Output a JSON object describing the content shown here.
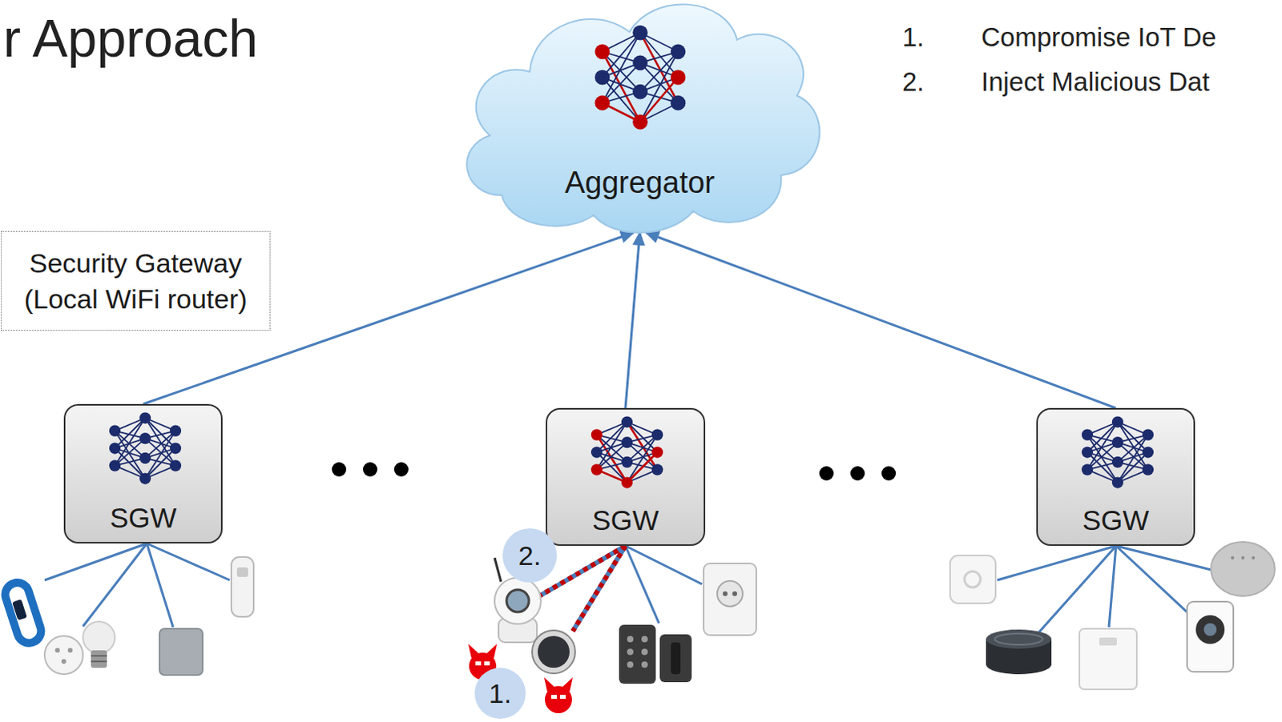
{
  "diagram": {
    "title": "r Approach",
    "nodes": [
      {
        "text": [
          "Aggregator"
        ]
      },
      {
        "text": [
          "Security Gateway (Local WiFi router)"
        ]
      },
      {
        "text": [
          "SGW"
        ]
      },
      {
        "text": [
          "SGW"
        ]
      },
      {
        "text": [
          "SGW"
        ]
      },
      {
        "text": [
          "2."
        ]
      },
      {
        "text": [
          "1."
        ]
      }
    ],
    "edges": [
      {
        "from": 2,
        "to": 0,
        "arrow": "to"
      },
      {
        "from": 3,
        "to": 0,
        "arrow": "to"
      },
      {
        "from": 4,
        "to": 0,
        "arrow": "to"
      }
    ],
    "labels": [
      "1.",
      "Compromise IoT De",
      "2.",
      "Inject Malicious Dat"
    ]
  }
}
